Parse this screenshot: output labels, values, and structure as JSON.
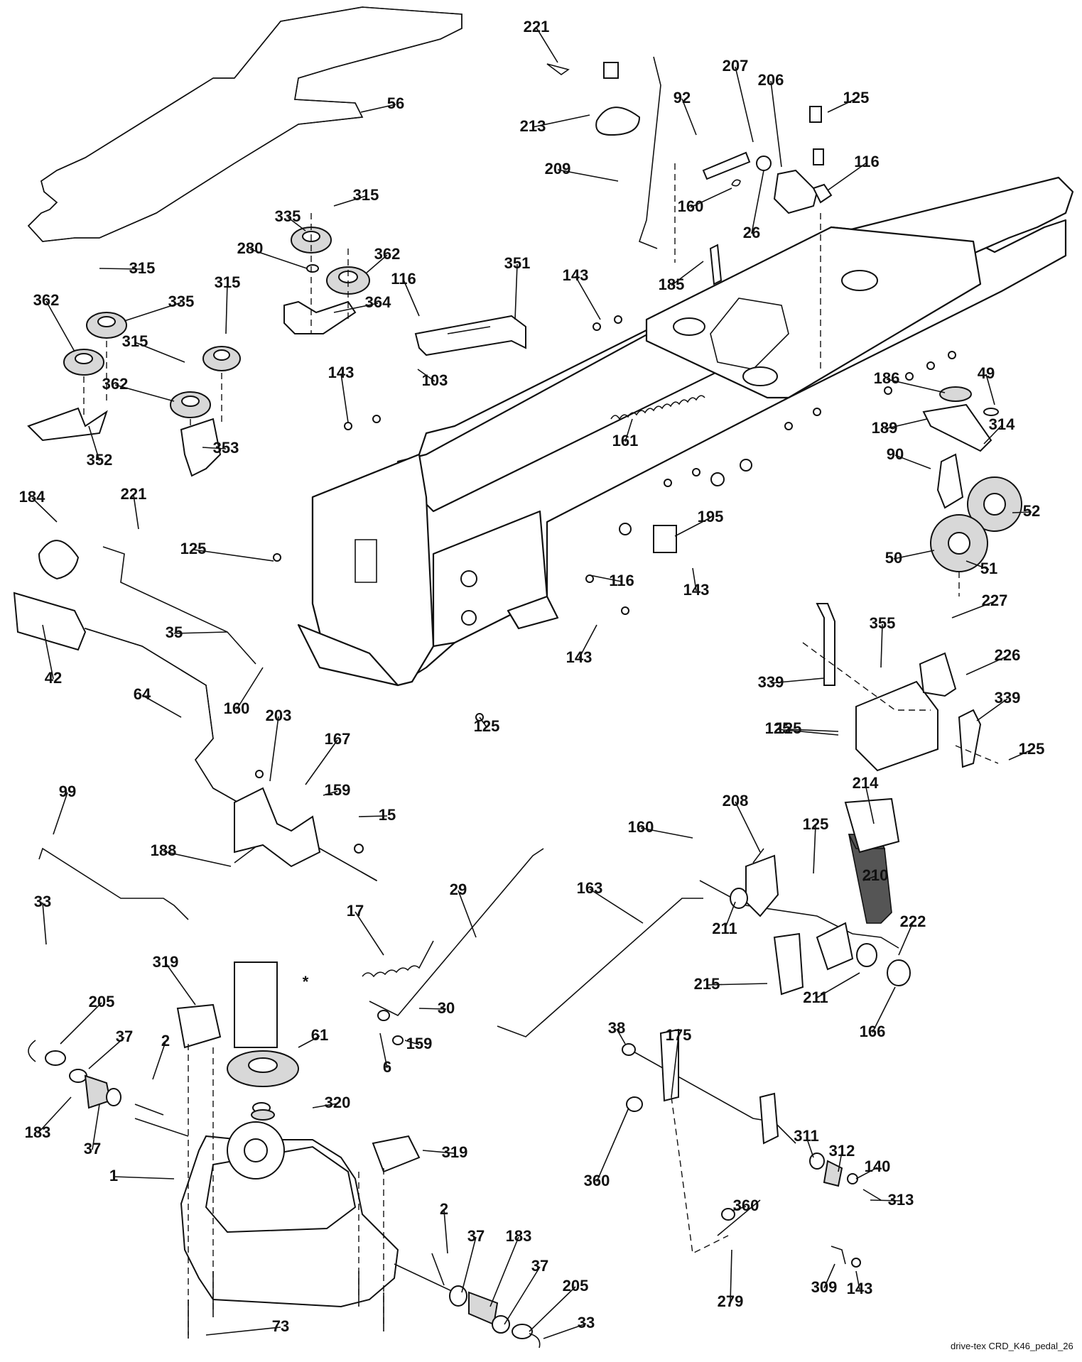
{
  "diagram": {
    "footer": "drive-tex CRD_K46_pedal_26",
    "labels": [
      "221",
      "213",
      "209",
      "92",
      "207",
      "206",
      "125",
      "116",
      "160",
      "26",
      "185",
      "56",
      "315",
      "335",
      "280",
      "362",
      "364",
      "351",
      "116",
      "103",
      "143",
      "315",
      "335",
      "362",
      "315",
      "315",
      "362",
      "352",
      "353",
      "143",
      "161",
      "186",
      "49",
      "189",
      "314",
      "90",
      "52",
      "50",
      "51",
      "184",
      "221",
      "125",
      "195",
      "116",
      "143",
      "42",
      "35",
      "143",
      "125",
      "227",
      "355",
      "226",
      "339",
      "339",
      "125",
      "125",
      "64",
      "125",
      "160",
      "203",
      "167",
      "159",
      "15",
      "99",
      "188",
      "208",
      "214",
      "160",
      "125",
      "210",
      "163",
      "17",
      "29",
      "211",
      "222",
      "215",
      "211",
      "166",
      "33",
      "205",
      "319",
      "37",
      "2",
      "183",
      "37",
      "30",
      "6",
      "159",
      "61",
      "320",
      "38",
      "175",
      "319",
      "1",
      "360",
      "311",
      "312",
      "140",
      "313",
      "360",
      "2",
      "37",
      "183",
      "37",
      "205",
      "279",
      "309",
      "143",
      "73",
      "33",
      "*"
    ]
  }
}
